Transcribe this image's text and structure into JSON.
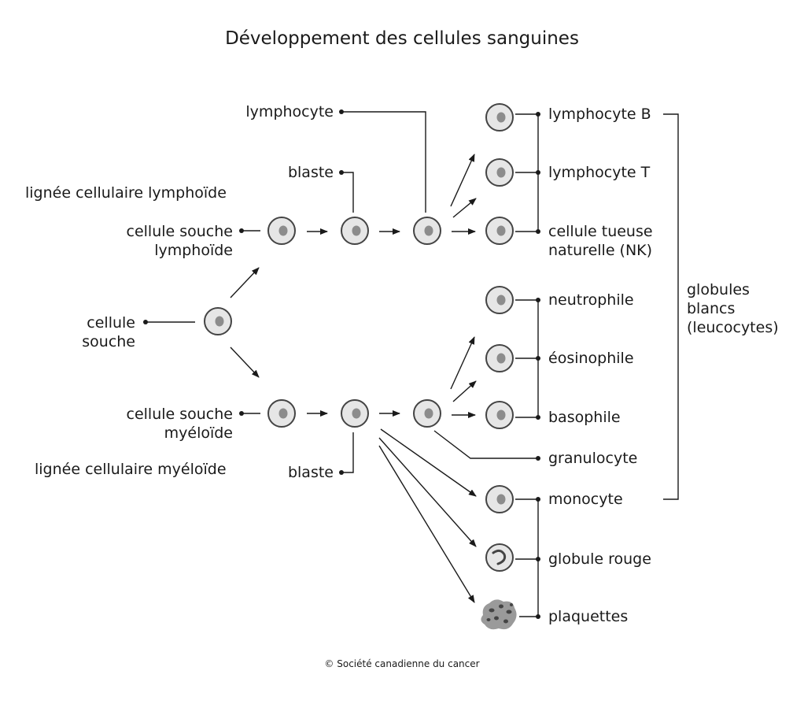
{
  "title": "Développement des cellules sanguines",
  "copyright": "© Société canadienne du cancer",
  "labels": {
    "lymphoid_lineage": "lignée cellulaire lymphoïde",
    "myeloid_lineage": "lignée cellulaire myéloïde",
    "stem_cell": [
      "cellule",
      "souche"
    ],
    "lymphoid_stem_cell": [
      "cellule souche",
      "lymphoïde"
    ],
    "myeloid_stem_cell": [
      "cellule souche",
      "myéloïde"
    ],
    "lymphocyte": "lymphocyte",
    "blast_top": "blaste",
    "blast_bottom": "blaste",
    "lymphocyte_b": "lymphocyte B",
    "lymphocyte_t": "lymphocyte T",
    "nk_cell": [
      "cellule tueuse",
      "naturelle (NK)"
    ],
    "neutrophil": "neutrophile",
    "eosinophil": "éosinophile",
    "basophil": "basophile",
    "granulocyte": "granulocyte",
    "monocyte": "monocyte",
    "red_blood_cell": "globule rouge",
    "platelets": "plaquettes",
    "white_blood_cells": [
      "globules",
      "blancs",
      "(leucocytes)"
    ]
  },
  "colors": {
    "cell_fill": "#e6e6e6",
    "cell_stroke": "#444444",
    "nucleus": "#8c8c8c",
    "platelet": "#9a9a9a",
    "line": "#1a1a1a"
  }
}
